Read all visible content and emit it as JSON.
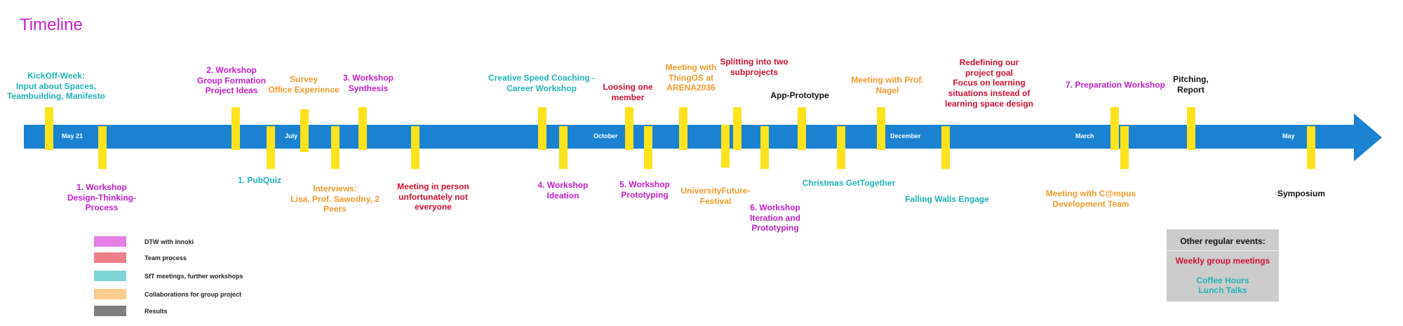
{
  "title": "Timeline",
  "colors": {
    "arrow": "#1a82d0",
    "tick": "#fce31d",
    "magenta": "#c21fca",
    "teal": "#21b3b9",
    "orange": "#f59a2c",
    "red": "#d11034",
    "black": "#111111"
  },
  "months": [
    "May 21",
    "July",
    "October",
    "December",
    "March",
    "May"
  ],
  "events_above": [
    "KickOff-Week:\nInput about Spaces,\nTeambuilding, Manifesto",
    "2. Workshop\nGroup Formation\nProject Ideas",
    "Survey\nOffice Experience",
    "3. Workshop\nSynthesis",
    "Creative Speed Coaching -\nCareer Workshop",
    "Loosing one\nmember",
    "Meeting with\nThingOS at\nARENA2036",
    "Splitting into two\nsubprojects",
    "App-Prototype",
    "Meeting with Prof.\nNagel",
    "Redefining our\nproject goal\nFocus on learning\nsituations instead of\nlearning space design",
    "7. Preparation Workshop",
    "Pitching,\nReport"
  ],
  "events_below": [
    "1. Workshop\nDesign-Thinking-\nProcess",
    "1. PubQuiz",
    "Interviews:\nLisa, Prof. Sawodny, 2\nPeers",
    "Meeting in person\nunfortunately not\neveryone",
    "4. Workshop\nIdeation",
    "5. Workshop\nPrototyping",
    "UniversityFuture-\nFestival",
    "6. Workshop\nIteration and\nPrototyping",
    "Christmas GetTogether",
    "Falling Walls Engage",
    "Meeting with C@mpus\nDevelopment Team",
    "Symposium"
  ],
  "legend": [
    {
      "label": "DTW with Innoki",
      "color": "#e57fe5"
    },
    {
      "label": "Team process",
      "color": "#ec7f87"
    },
    {
      "label": "SfT meetings, further workshops",
      "color": "#7fd5d8"
    },
    {
      "label": "Collaborations for group project",
      "color": "#fbcd8f"
    },
    {
      "label": "Results",
      "color": "#7f7f7f"
    }
  ],
  "other_events": {
    "title": "Other regular events:",
    "weekly": "Weekly group meetings",
    "regular": "Coffee Hours\nLunch Talks"
  }
}
